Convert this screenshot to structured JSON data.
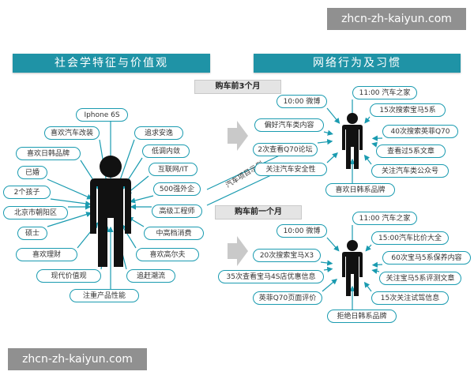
{
  "watermark": "zhcn-zh-kaiyun.com",
  "left": {
    "title": "社会学特征与价值观",
    "nodes": [
      "Iphone 6S",
      "喜欢汽车改装",
      "追求安逸",
      "喜欢日韩品牌",
      "低调内敛",
      "已婚",
      "互联网/IT",
      "2个孩子",
      "500强外企",
      "北京市朝阳区",
      "高级工程师",
      "硕士",
      "中高档消费",
      "喜欢理财",
      "喜欢高尔夫",
      "现代价值观",
      "追赶潮流",
      "注重产品性能"
    ]
  },
  "right": {
    "title": "网络行为及习惯",
    "example_label": "汽车项目示例",
    "group1": {
      "title": "购车前3个月",
      "nodes": [
        "10:00 微博",
        "11:00 汽车之家",
        "15次搜索宝马5系",
        "偏好汽车类内容",
        "40次搜索英菲Q70",
        "2次查看Q70论坛",
        "查看过5系文章",
        "关注汽车安全性",
        "关注汽车类公众号",
        "喜欢日韩系品牌"
      ]
    },
    "group2": {
      "title": "购车前一个月",
      "nodes": [
        "11:00 汽车之家",
        "10:00 微博",
        "15:00汽车比价大全",
        "20次搜索宝马X3",
        "60次宝马5系保养内容",
        "35次查看宝马4S店优惠信息",
        "关注宝马5系评测文章",
        "英菲Q70页面评价",
        "15次关注试驾信息",
        "拒绝日韩系品牌"
      ]
    }
  },
  "colors": {
    "accent": "#1a9bb0",
    "banner": "#1f93a6",
    "arrow": "#c9c9c9",
    "person": "#111111"
  }
}
